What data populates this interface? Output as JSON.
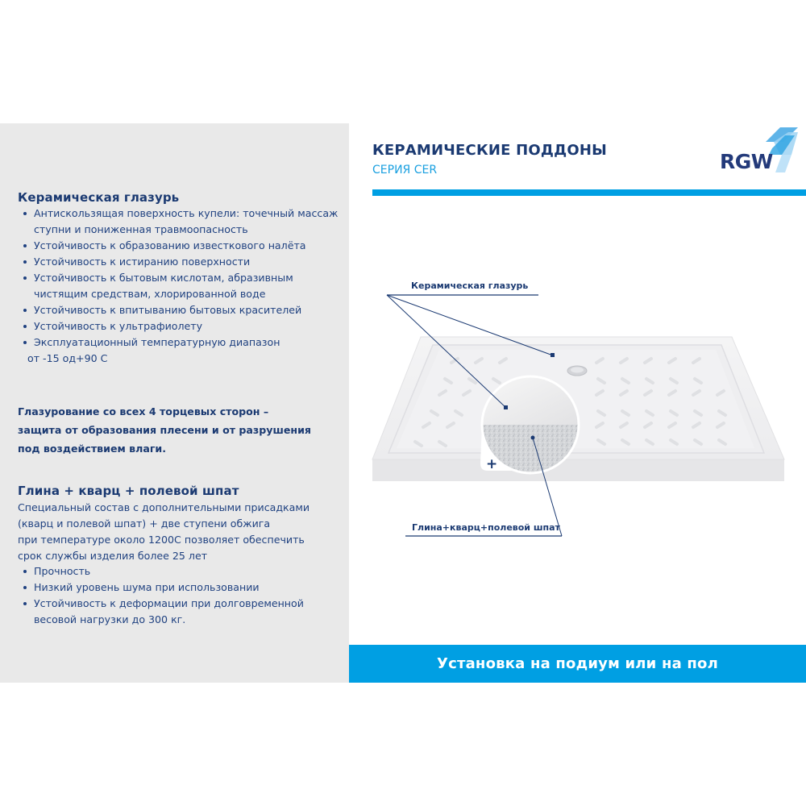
{
  "header": {
    "title": "КЕРАМИЧЕСКИЕ ПОДДОНЫ",
    "subtitle": "СЕРИЯ CER",
    "logo_text": "RGW",
    "accent_color": "#009fe3",
    "brand_color": "#1b3a72"
  },
  "left": {
    "glaze": {
      "title": "Керамическая глазурь",
      "bullets": [
        {
          "line1": "Антискользящая поверхность купели: точечный массаж",
          "line2": "ступни и пониженная травмоопасность"
        },
        {
          "line1": "Устойчивость к образованию известкового налёта"
        },
        {
          "line1": "Устойчивость к истиранию поверхности"
        },
        {
          "line1": "Устойчивость к бытовым кислотам, абразивным",
          "line2": "чистящим средствам, хлорированной воде"
        },
        {
          "line1": "Устойчивость к впитыванию бытовых красителей"
        },
        {
          "line1": "Устойчивость к ультрафиолету"
        },
        {
          "line1": "Эксплуатационный температурную диапазон"
        }
      ],
      "tail": "от -15 од+90 С"
    },
    "edge_note": {
      "line1": "Глазурование со всех 4 торцевых сторон –",
      "line2": "защита от образования плесени и от разрушения",
      "line3": "под воздействием влаги."
    },
    "clay": {
      "title": "Глина + кварц + полевой шпат",
      "para": [
        "Специальный состав с дополнительными присадками",
        "(кварц и полевой шпат) + две ступени обжига",
        "при температуре около 1200С позволяет обеспечить",
        "срок службы изделия более 25 лет"
      ],
      "bullets": [
        {
          "line1": "Прочность"
        },
        {
          "line1": "Низкий уровень шума при использовании"
        },
        {
          "line1": "Устойчивость к деформации при долговременной",
          "line2": "весовой нагрузки до 300 кг."
        }
      ]
    }
  },
  "illustration": {
    "callout_top": "Керамическая глазурь",
    "callout_bottom": "Глина+кварц+полевой шпат",
    "plus_symbol": "+"
  },
  "bottom_bar": {
    "label": "Установка на подиум или на пол"
  }
}
